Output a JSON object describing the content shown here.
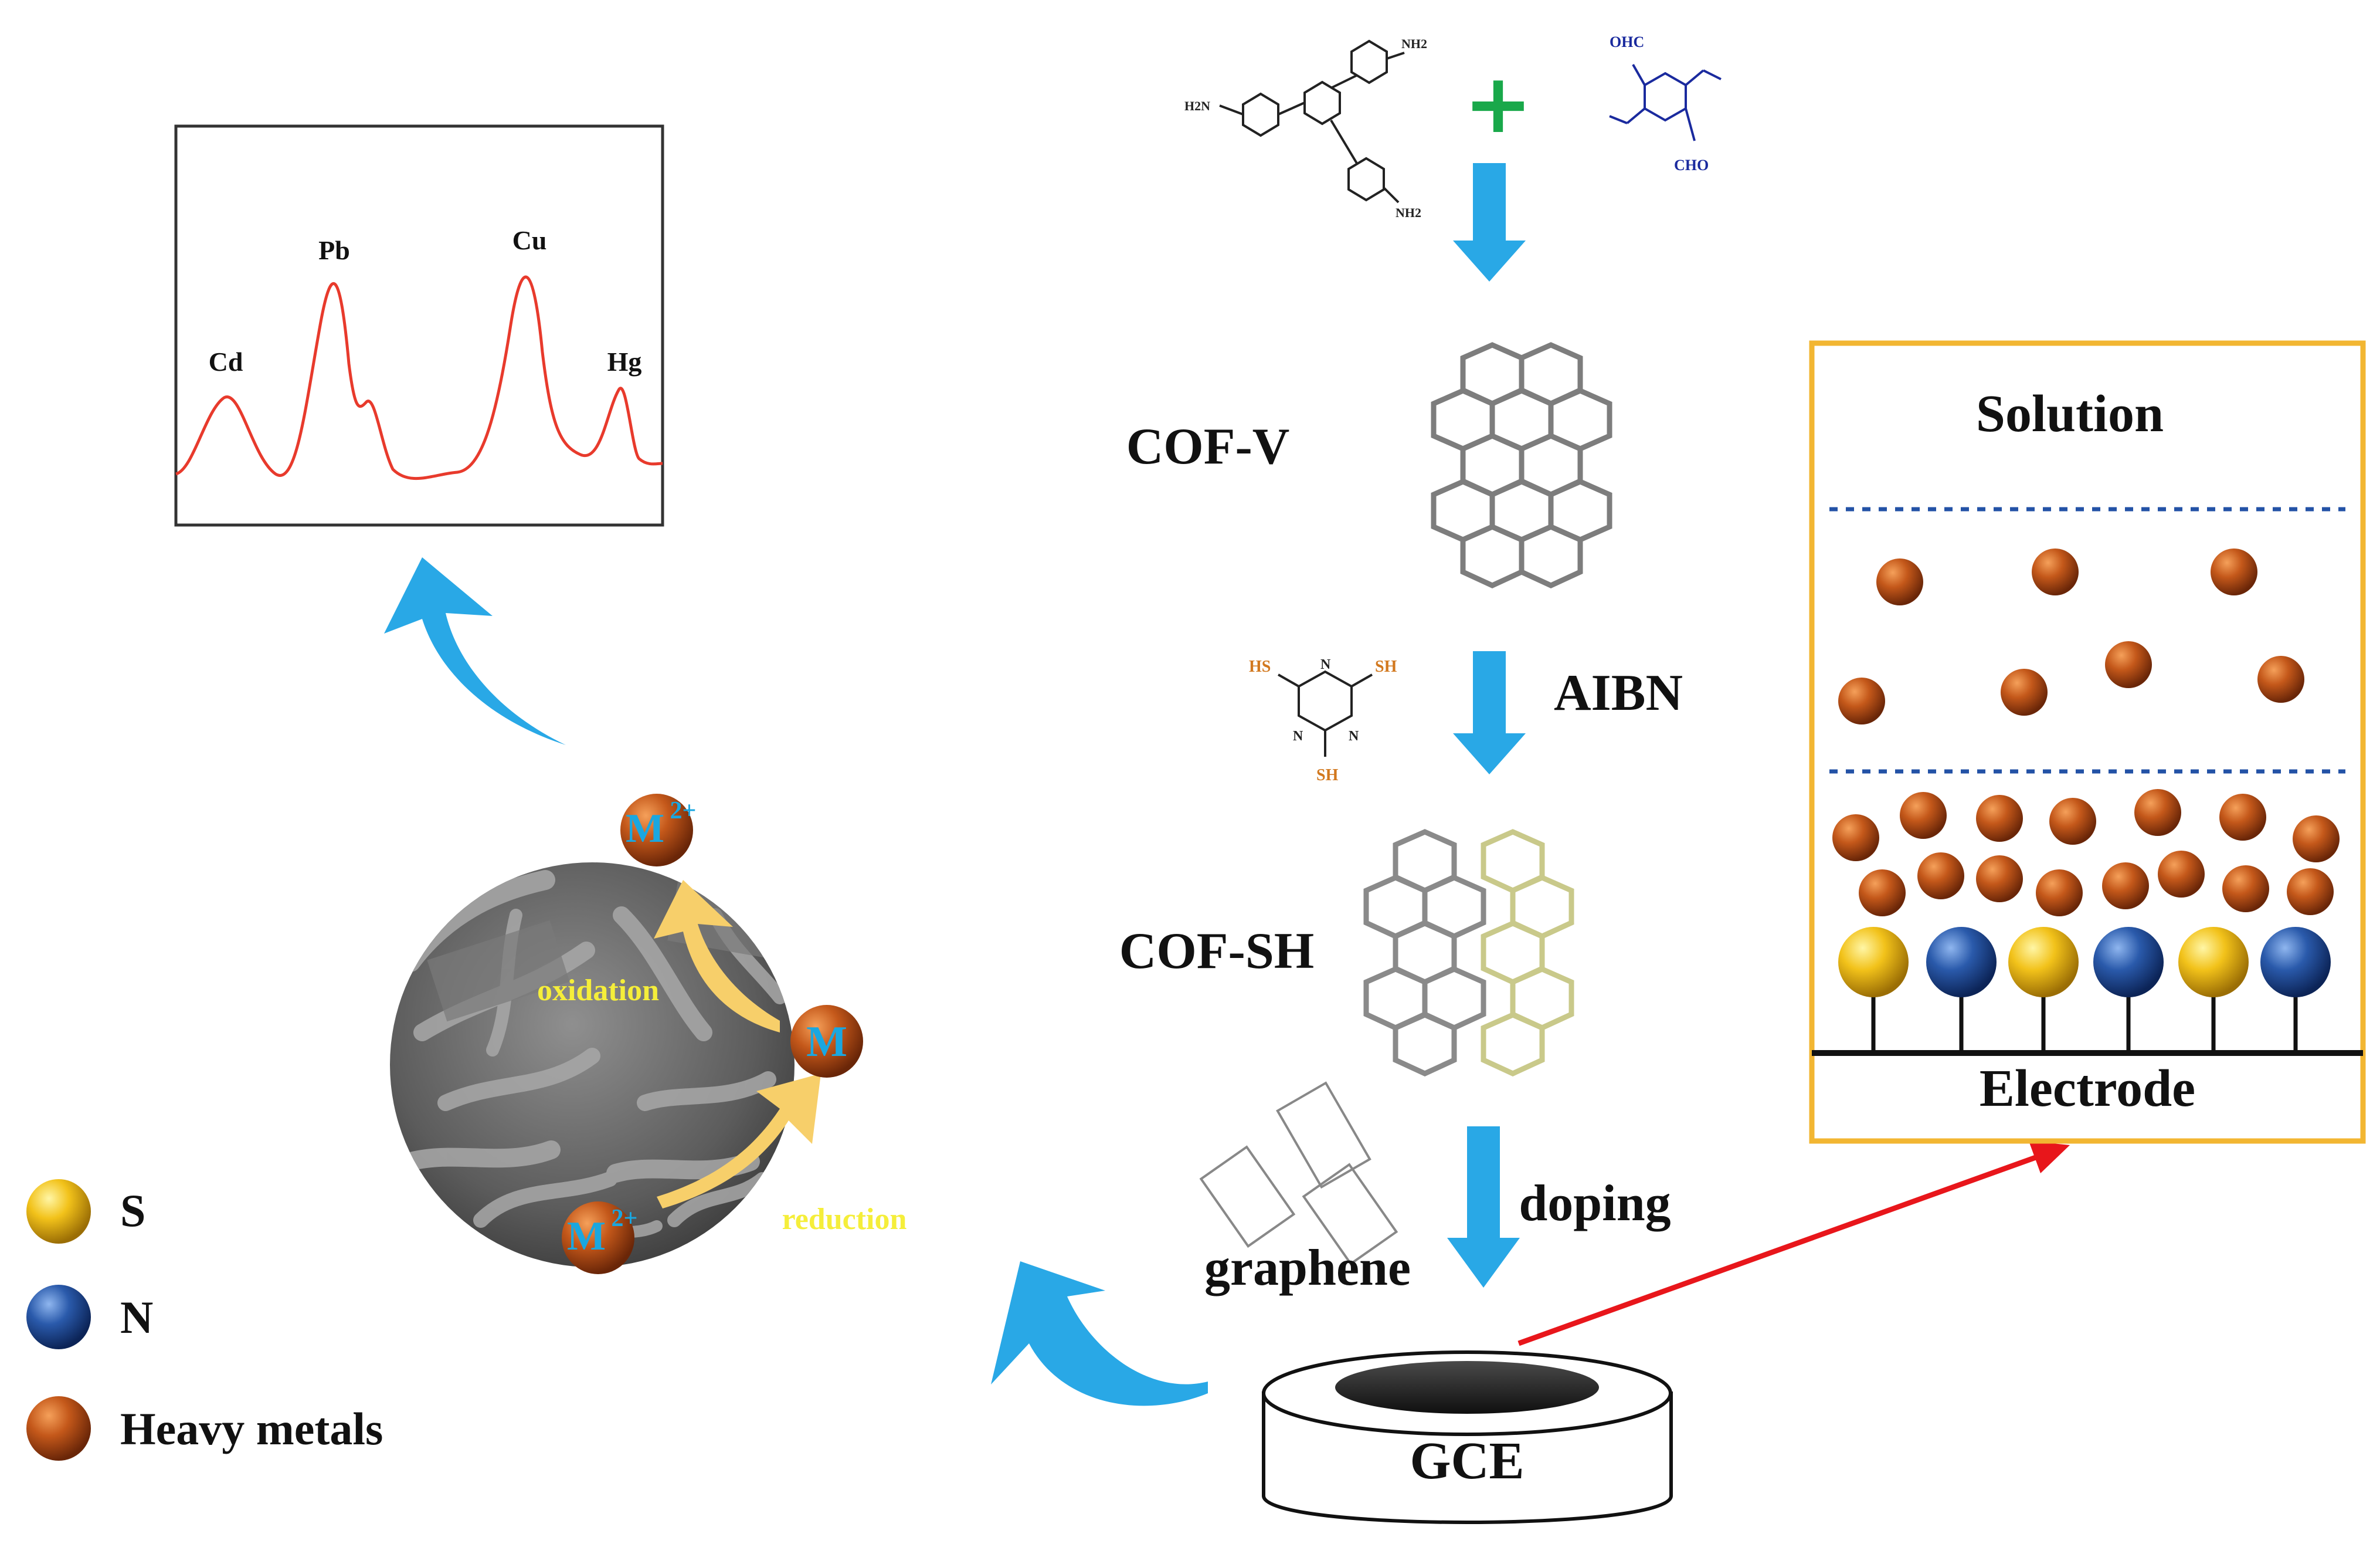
{
  "spectrum": {
    "peaks": [
      "Cd",
      "Pb",
      "Cu",
      "Hg"
    ]
  },
  "reagents": {
    "amine": {
      "substituent": "NH2",
      "substituent_left": "H2N"
    },
    "plus": "+",
    "aldehyde": {
      "top": "OHC",
      "bottom": "CHO"
    },
    "thiol": {
      "left": "HS",
      "right": "SH",
      "bottom": "SH",
      "ring_atom": "N"
    }
  },
  "labels": {
    "cof_v": "COF-V",
    "aibn": "AIBN",
    "cof_sh": "COF-SH",
    "doping": "doping",
    "graphene": "graphene",
    "gce": "GCE"
  },
  "sem": {
    "m2_top": "M",
    "m2_top_sup": "2+",
    "m_center": "M",
    "m2_bottom": "M",
    "m2_bottom_sup": "2+",
    "oxidation": "oxidation",
    "reduction": "reduction"
  },
  "interface": {
    "solution": "Solution",
    "electrode": "Electrode"
  },
  "legend": [
    {
      "label": "S",
      "color": "#f2c21a"
    },
    {
      "label": "N",
      "color": "#1f4f9e"
    },
    {
      "label": "Heavy metals",
      "color": "#b8500f"
    }
  ],
  "colors": {
    "process_arrow": "#29a8e6",
    "spectrum_line": "#e83a2c",
    "frame": "#f2b632",
    "pointer": "#e8161b",
    "sem_arrow": "#f7cf6a",
    "metal_text": "#1aa7e0",
    "sem_label": "#f5ee3a"
  }
}
